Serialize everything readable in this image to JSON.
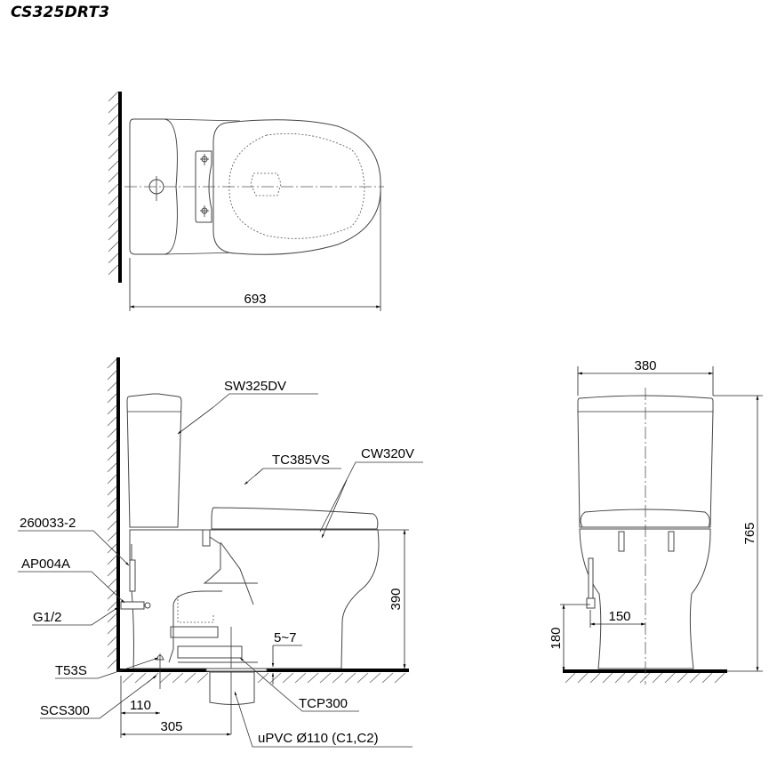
{
  "title": "CS325DRT3",
  "top_view": {
    "dimension_length": "693"
  },
  "side_view": {
    "callouts": [
      {
        "id": "tank",
        "label": "SW325DV"
      },
      {
        "id": "seat",
        "label": "TC385VS"
      },
      {
        "id": "bowl",
        "label": "CW320V"
      },
      {
        "id": "hose",
        "label": "260033-2"
      },
      {
        "id": "valve",
        "label": "AP004A"
      },
      {
        "id": "inlet",
        "label": "G1/2"
      },
      {
        "id": "bolt",
        "label": "T53S"
      },
      {
        "id": "screw",
        "label": "SCS300"
      },
      {
        "id": "flange",
        "label": "TCP300"
      },
      {
        "id": "pipe",
        "label": "uPVC Ø110 (C1,C2)"
      }
    ],
    "dimensions": {
      "seat_height": "390",
      "gap": "5~7",
      "bolt_from_wall": "110",
      "rough_in": "305"
    }
  },
  "front_view": {
    "dimensions": {
      "width": "380",
      "total_height": "765",
      "inlet_offset": "150",
      "inlet_height": "180"
    }
  }
}
